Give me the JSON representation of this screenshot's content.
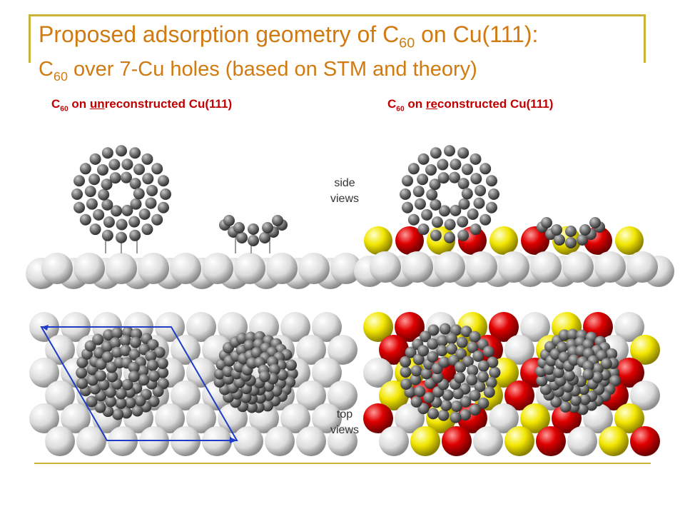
{
  "title": {
    "line1_pre": "Proposed adsorption geometry of C",
    "line1_sub": "60",
    "line1_post": " on Cu(111):",
    "line2_pre": "C",
    "line2_sub": "60",
    "line2_post": " over 7-Cu holes (based on STM and theory)"
  },
  "left_heading": {
    "pre": "C",
    "sub": "60",
    "mid": " on ",
    "underlined": "un",
    "post": "reconstructed Cu(111)"
  },
  "right_heading": {
    "pre": "C",
    "sub": "60",
    "mid": " on ",
    "underlined": "re",
    "post": "constructed Cu(111)"
  },
  "side_views_label": {
    "line1": "side",
    "line2": "views"
  },
  "top_views_label": {
    "line1": "top",
    "line2": "views"
  },
  "colors": {
    "title": "#d07a10",
    "heading": "#c00000",
    "frame": "#c9b437",
    "cu_atom": "#e8e8e8",
    "carbon_atom": "#777777",
    "red_atom": "#e00000",
    "yellow_atom": "#f2e600",
    "unit_cell": "#1e3cc8"
  }
}
